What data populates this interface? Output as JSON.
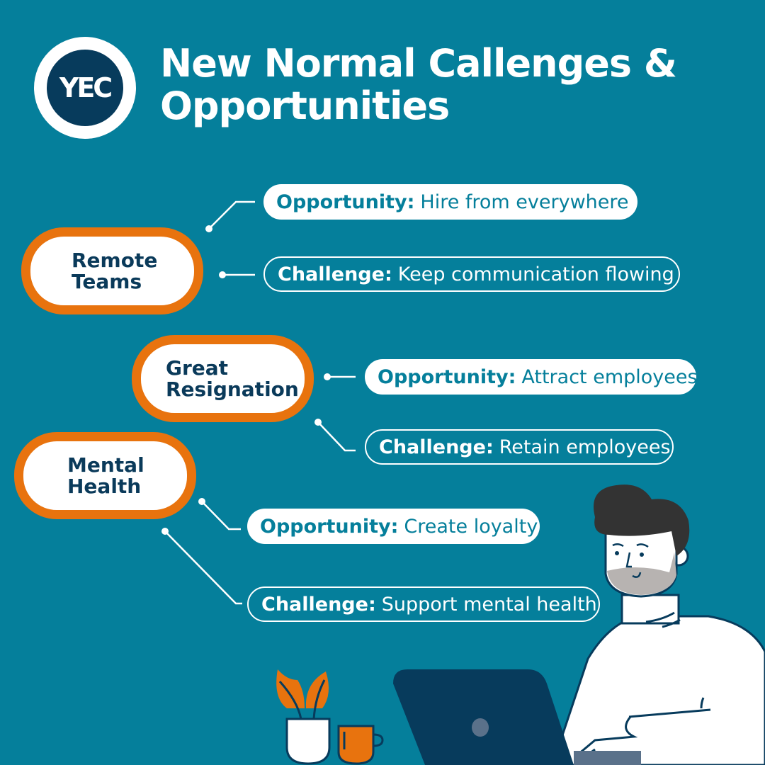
{
  "header": {
    "logo_text": "YEC",
    "title_line1": "New Normal Callenges &",
    "title_line2": "Opportunities"
  },
  "colors": {
    "background": "#057f9b",
    "node_border": "#e8730e",
    "node_text": "#0a3a5a",
    "logo_inner": "#073b5c"
  },
  "topics": [
    {
      "title_line1": "Remote",
      "title_line2": "Teams",
      "opportunity": {
        "label": "Opportunity:",
        "text": "Hire from everywhere"
      },
      "challenge": {
        "label": "Challenge:",
        "text": "Keep communication flowing"
      }
    },
    {
      "title_line1": "Great",
      "title_line2": "Resignation",
      "opportunity": {
        "label": "Opportunity:",
        "text": "Attract employees"
      },
      "challenge": {
        "label": "Challenge:",
        "text": "Retain employees"
      }
    },
    {
      "title_line1": "Mental",
      "title_line2": "Health",
      "opportunity": {
        "label": "Opportunity:",
        "text": "Create loyalty"
      },
      "challenge": {
        "label": "Challenge:",
        "text": "Support mental health"
      }
    }
  ],
  "illustration": {
    "description": "man-at-laptop-with-plant-and-mug"
  }
}
